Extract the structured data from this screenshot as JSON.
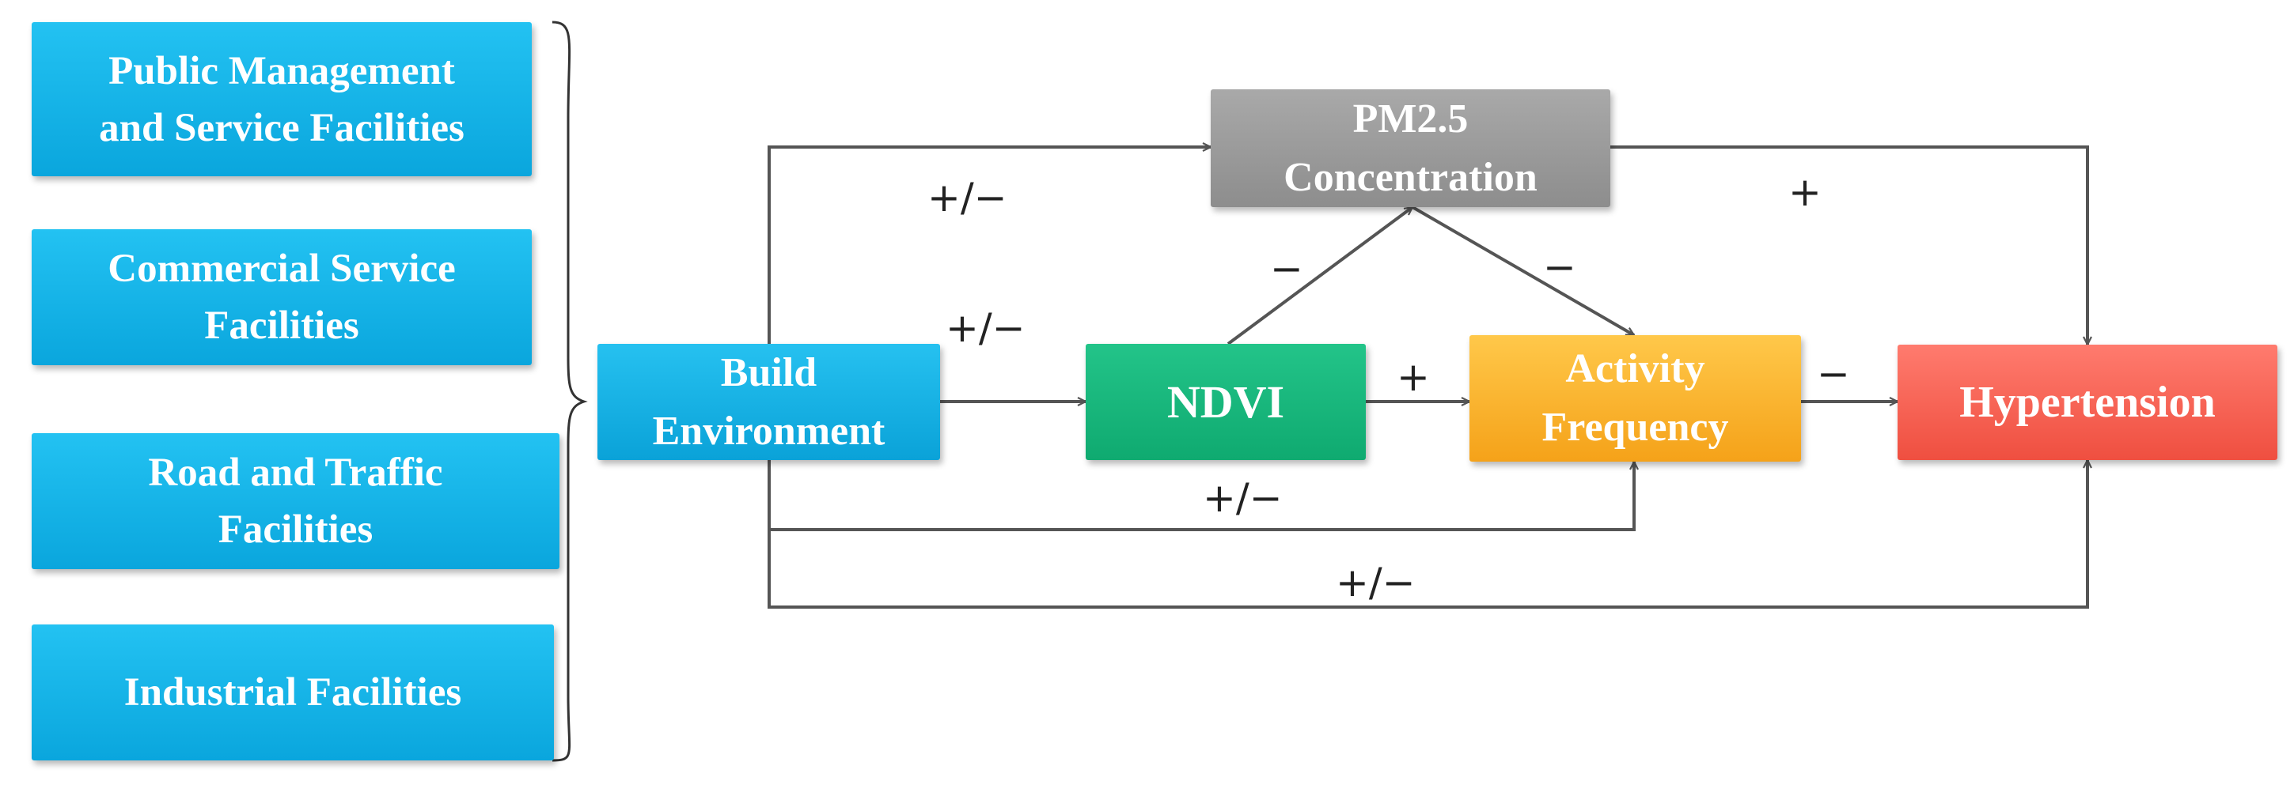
{
  "categories": [
    {
      "id": "public-management",
      "lines": [
        "Public Management",
        "and Service Facilities"
      ]
    },
    {
      "id": "commercial-service",
      "lines": [
        "Commercial Service",
        "Facilities"
      ]
    },
    {
      "id": "road-traffic",
      "lines": [
        "Road and Traffic",
        "Facilities"
      ]
    },
    {
      "id": "industrial",
      "lines": [
        "Industrial Facilities"
      ]
    }
  ],
  "nodes": {
    "build_environment": {
      "lines": [
        "Build",
        "Environment"
      ]
    },
    "pm25": {
      "lines": [
        "PM2.5",
        "Concentration"
      ]
    },
    "ndvi": {
      "lines": [
        "NDVI"
      ]
    },
    "activity": {
      "lines": [
        "Activity",
        "Frequency"
      ]
    },
    "hypertension": {
      "lines": [
        "Hypertension"
      ]
    }
  },
  "relations": {
    "build_to_pm": "+/−",
    "build_to_ndvi": "+/−",
    "ndvi_to_pm": "−",
    "pm_to_activity": "−",
    "pm_to_hypertension": "+",
    "ndvi_to_activity": "+",
    "activity_to_hypertension": "−",
    "build_to_activity": "+/−",
    "build_to_hypertension": "+/−"
  },
  "colors": {
    "facility_blue": "#13b1e6",
    "pm_gray": "#9a9a9a",
    "ndvi_green": "#19b87c",
    "activity_orange": "#f9b22e",
    "hypertension_red": "#f46456",
    "arrow": "#555555"
  }
}
